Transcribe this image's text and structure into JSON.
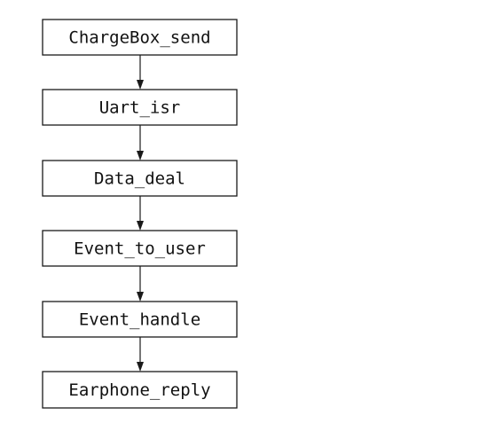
{
  "diagram": {
    "nodes": [
      {
        "id": "chargebox_send",
        "label": "ChargeBox_send"
      },
      {
        "id": "uart_isr",
        "label": "Uart_isr"
      },
      {
        "id": "data_deal",
        "label": "Data_deal"
      },
      {
        "id": "event_to_user",
        "label": "Event_to_user"
      },
      {
        "id": "event_handle",
        "label": "Event_handle"
      },
      {
        "id": "earphone_reply",
        "label": "Earphone_reply"
      }
    ],
    "edges": [
      {
        "from": "chargebox_send",
        "to": "uart_isr"
      },
      {
        "from": "uart_isr",
        "to": "data_deal"
      },
      {
        "from": "data_deal",
        "to": "event_to_user"
      },
      {
        "from": "event_to_user",
        "to": "event_handle"
      },
      {
        "from": "event_handle",
        "to": "earphone_reply"
      }
    ]
  }
}
